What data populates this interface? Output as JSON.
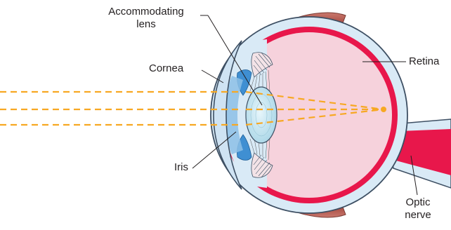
{
  "labels": {
    "accommodating_lens": [
      "Accommodating",
      "lens"
    ],
    "cornea": "Cornea",
    "retina": "Retina",
    "iris": "Iris",
    "optic_nerve": [
      "Optic",
      "nerve"
    ]
  },
  "colors": {
    "sclera_fill": "#d9eaf6",
    "outline": "#3d4f63",
    "choroid": "#e8174b",
    "vitreous": "#f6d2dc",
    "cornea_fill": "#cfe3f3",
    "iris_blue": "#3f8fd2",
    "lens_fill": "#bfe3ef",
    "muscle": "#b85c52",
    "light_ray": "#f7a823",
    "label_text": "#231f20"
  }
}
